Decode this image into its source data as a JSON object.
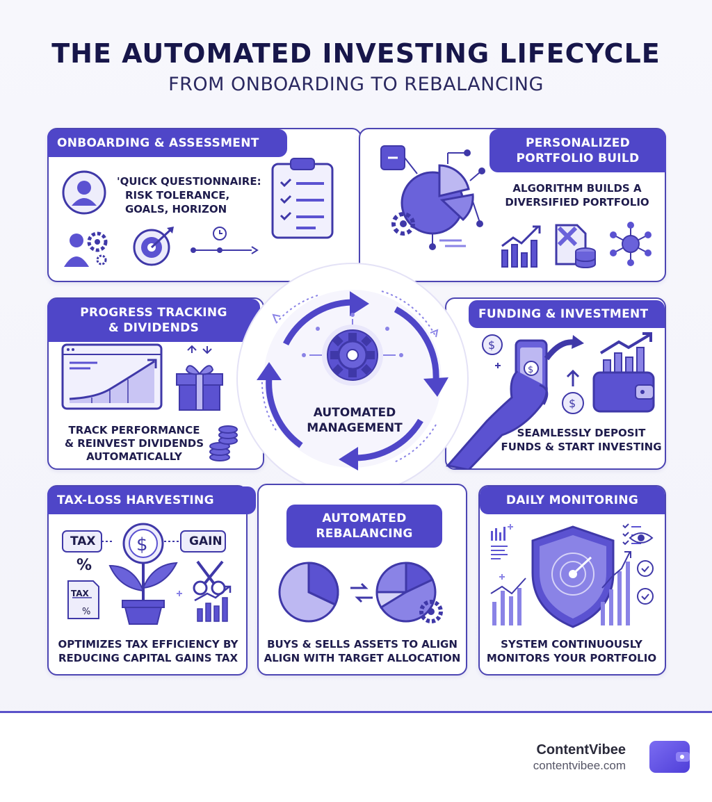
{
  "header": {
    "title": "THE AUTOMATED INVESTING LIFECYCLE",
    "subtitle": "FROM ONBOARDING TO REBALANCING"
  },
  "center": {
    "label_line1": "AUTOMATED",
    "label_line2": "MANAGEMENT"
  },
  "stages": {
    "onboarding": {
      "title": "ONBOARDING & ASSESSMENT",
      "text_line1": "'QUICK QUESTIONNAIRE:",
      "text_line2": "RISK TOLERANCE,",
      "text_line3": "GOALS, HORIZON"
    },
    "portfolio": {
      "title_line1": "PERSONALIZED",
      "title_line2": "PORTFOLIO BUILD",
      "text_line1": "ALGORITHM BUILDS A",
      "text_line2": "DIVERSIFIED PORTFOLIO"
    },
    "progress": {
      "title_line1": "PROGRESS TRACKING",
      "title_line2": "& DIVIDENDS",
      "text_line1": "TRACK PERFORMANCE",
      "text_line2": "& REINVEST DIVIDENDS",
      "text_line3": "AUTOMATICALLY"
    },
    "funding": {
      "title": "FUNDING & INVESTMENT",
      "text_line1": "SEAMLESSLY DEPOSIT",
      "text_line2": "FUNDS & START INVESTING"
    },
    "tax": {
      "title": "TAX-LOSS HARVESTING",
      "tag_tax": "TAX",
      "tag_gain": "GAIN",
      "doc_tax": "TAX",
      "text_line1": "OPTIMIZES TAX EFFICIENCY BY",
      "text_line2": "REDUCING CAPITAL GAINS TAX"
    },
    "rebalancing": {
      "title_line1": "AUTOMATED",
      "title_line2": "REBALANCING",
      "text_line1": "BUYS & SELLS ASSETS TO ALIGN",
      "text_line2": "ALIGN WITH TARGET ALLOCATION"
    },
    "monitoring": {
      "title": "DAILY MONITORING",
      "text_line1": "SYSTEM CONTINUOUSLY",
      "text_line2": "MONITORS YOUR PORTFOLIO"
    }
  },
  "footer": {
    "brand": "ContentVibee",
    "url": "contentvibee.com"
  },
  "colors": {
    "accent": "#4f46c8",
    "border": "#4c45b3",
    "text": "#1f1c4d"
  }
}
